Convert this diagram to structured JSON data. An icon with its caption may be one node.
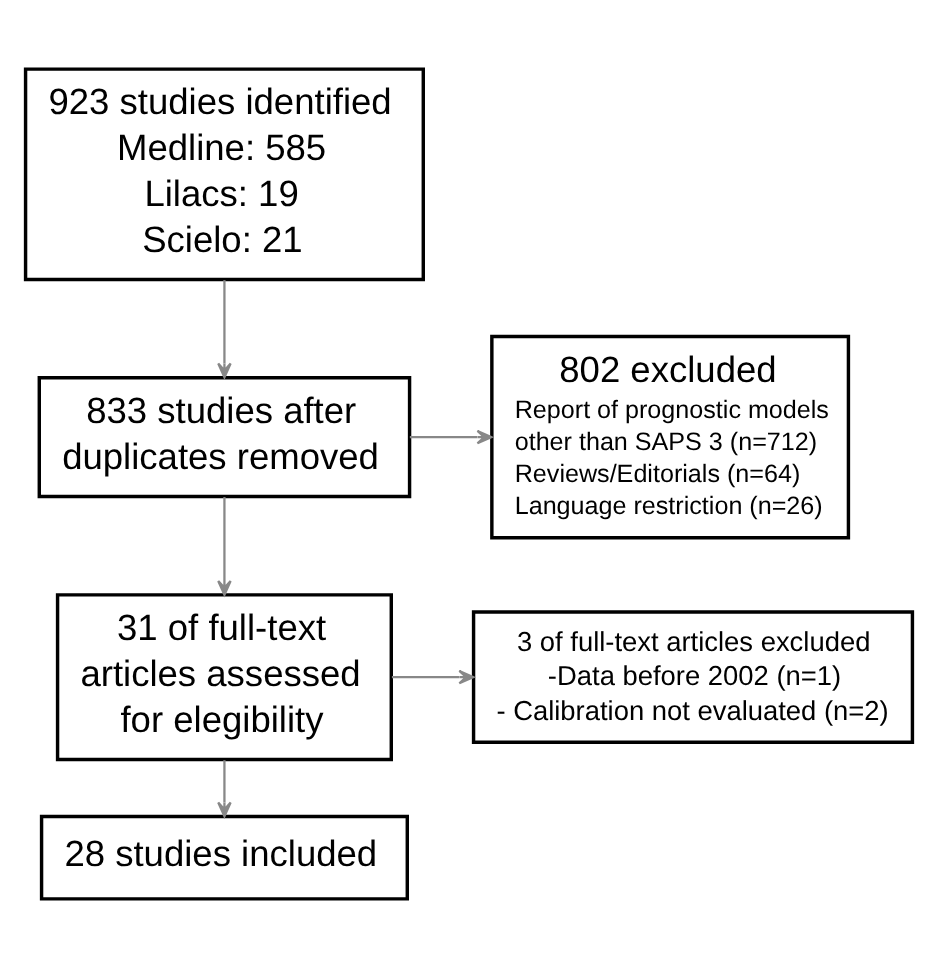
{
  "diagram": {
    "nodes": [
      {
        "text": [
          "923 studies identified",
          "Medline: 585",
          "Lilacs: 19",
          "Scielo: 21"
        ]
      },
      {
        "text": [
          "833 studies after duplicates removed"
        ]
      },
      {
        "text": [
          "802 excluded",
          "Report of prognostic models other than SAPS 3 (n=712)",
          "Reviews/Editorials (n=64)",
          "Language restriction (n=26)"
        ]
      },
      {
        "text": [
          "31 of full-text articles assessed for elegibility"
        ]
      },
      {
        "text": [
          "3 of full-text articles excluded",
          "-Data before 2002 (n=1)",
          "- Calibration not evaluated (n=2)"
        ]
      },
      {
        "text": [
          "28 studies included"
        ]
      }
    ],
    "edges": [
      {
        "from": 0,
        "to": 1,
        "arrow": "to"
      },
      {
        "from": 1,
        "to": 2,
        "arrow": "to"
      },
      {
        "from": 1,
        "to": 3,
        "arrow": "to"
      },
      {
        "from": 3,
        "to": 4,
        "arrow": "to"
      },
      {
        "from": 3,
        "to": 5,
        "arrow": "to"
      }
    ]
  }
}
